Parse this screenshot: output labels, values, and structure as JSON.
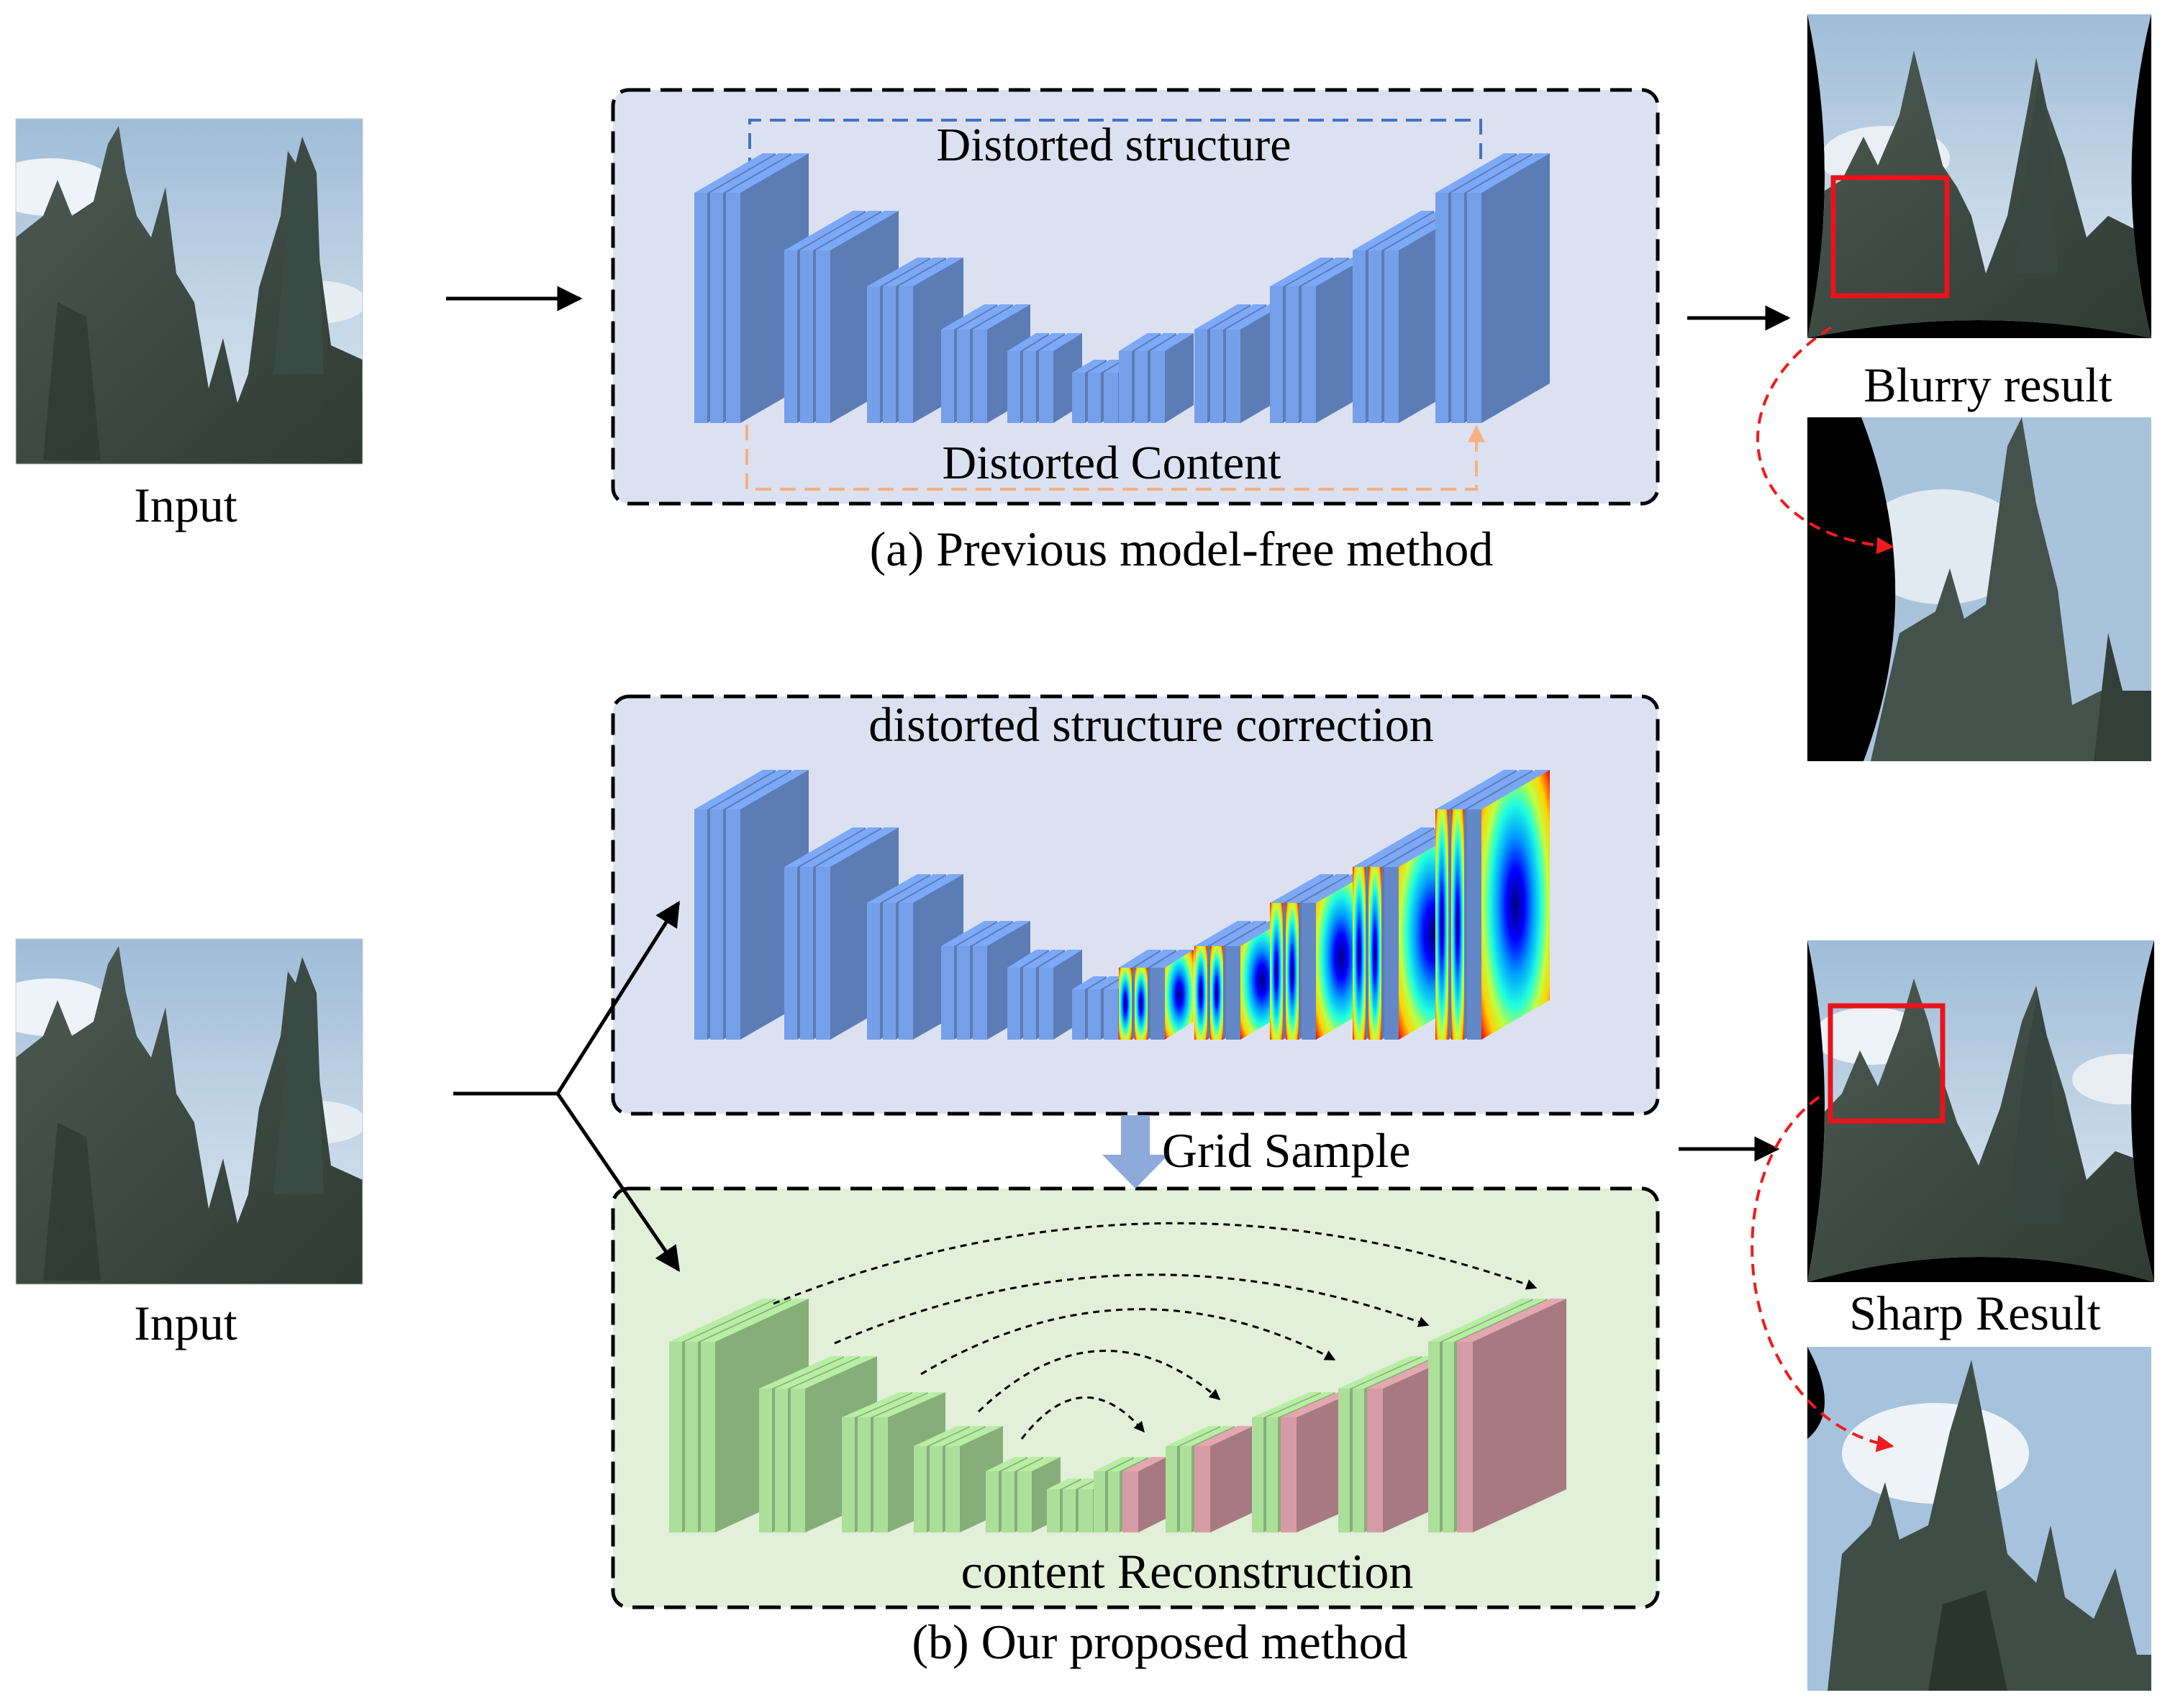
{
  "labels": {
    "input_top": "Input",
    "input_bottom": "Input",
    "blurry_result": "Blurry result",
    "sharp_result": "Sharp Result"
  },
  "panel_a": {
    "skip_top": "Distorted structure",
    "skip_bottom": "Distorted Content",
    "caption": "(a) Previous model-free method"
  },
  "panel_b": {
    "structure_title": "distorted structure correction",
    "grid_sample": "Grid Sample",
    "content_title": "content Reconstruction",
    "caption": "(b) Our proposed method"
  },
  "colors": {
    "blue_panel_bg": "#dce1f1",
    "green_panel_bg": "#e2efd9",
    "blue_block": "#6f97dd",
    "green_block": "#a4d492",
    "pink_block": "#cc959e",
    "skip_top_line": "#4472c4",
    "skip_bottom_line": "#f4b183",
    "zoom_arrow": "#ee1c1c",
    "highlight_box": "#e8141b"
  }
}
